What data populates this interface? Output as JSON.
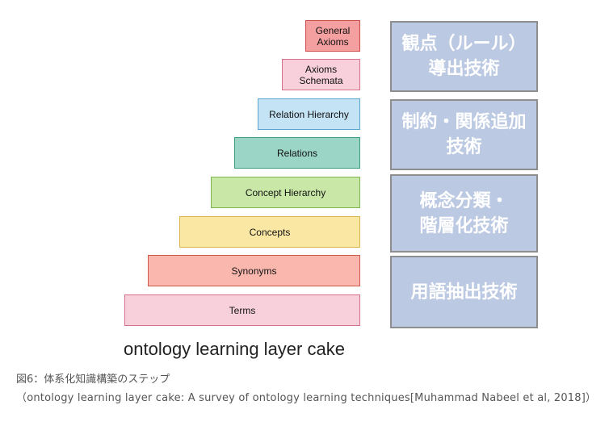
{
  "diagram": {
    "layers": [
      {
        "label": "General\nAxioms",
        "color": "#f4a0a0",
        "border": "#d04a4a"
      },
      {
        "label": "Axioms\nSchemata",
        "color": "#f8d0dc",
        "border": "#d9708a"
      },
      {
        "label": "Relation Hierarchy",
        "color": "#c4e3f5",
        "border": "#5aa6d1"
      },
      {
        "label": "Relations",
        "color": "#9bd5c6",
        "border": "#3f9a82"
      },
      {
        "label": "Concept Hierarchy",
        "color": "#c9e8a8",
        "border": "#7cb64e"
      },
      {
        "label": "Concepts",
        "color": "#fbe7a4",
        "border": "#d9b54a"
      },
      {
        "label": "Synonyms",
        "color": "#f9b7ae",
        "border": "#d0584a"
      },
      {
        "label": "Terms",
        "color": "#f8d0dc",
        "border": "#d9708a"
      }
    ],
    "categories": [
      {
        "label": "観点（ルール）\n導出技術"
      },
      {
        "label": "制約・関係追加\n技術"
      },
      {
        "label": "概念分類・\n階層化技術"
      },
      {
        "label": "用語抽出技術"
      }
    ],
    "title": "ontology learning layer cake"
  },
  "caption": {
    "line1": "図6：体系化知識構築のステップ",
    "line2": "（ontology learning layer cake: A survey of ontology learning techniques[Muhammad Nabeel et al, 2018]）"
  }
}
